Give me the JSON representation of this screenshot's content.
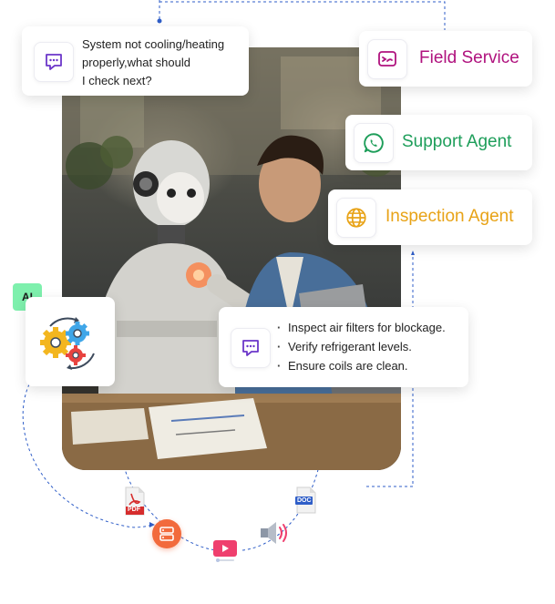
{
  "query_bubble": {
    "icon": "chat-bubble-icon",
    "lines": [
      "System not cooling/heating",
      "properly,what should",
      "I check next?"
    ]
  },
  "agents": [
    {
      "label": "Field Service",
      "icon": "field-service-icon",
      "color": "#b0127e"
    },
    {
      "label": "Support Agent",
      "icon": "whatsapp-icon",
      "color": "#1e9e5a"
    },
    {
      "label": "Inspection Agent",
      "icon": "globe-icon",
      "color": "#e8a317"
    }
  ],
  "ai_badge": {
    "label": "AI"
  },
  "automation": {
    "icon": "gears-icon"
  },
  "answer_bubble": {
    "icon": "chat-bubble-icon",
    "items": [
      "Inspect air filters for blockage.",
      "Verify refrigerant levels.",
      "Ensure coils are clean."
    ]
  },
  "file_icons": {
    "pdf": {
      "label": "PDF",
      "icon": "pdf-file-icon"
    },
    "doc": {
      "label": "DOC",
      "icon": "doc-file-icon"
    },
    "storage": {
      "icon": "server-icon"
    },
    "video": {
      "icon": "video-icon"
    },
    "audio": {
      "icon": "speaker-icon"
    }
  },
  "colors": {
    "accent_purple": "#6b36c9",
    "dotted_line": "#2f5ec8",
    "ai_badge": "#7ef0ad"
  }
}
